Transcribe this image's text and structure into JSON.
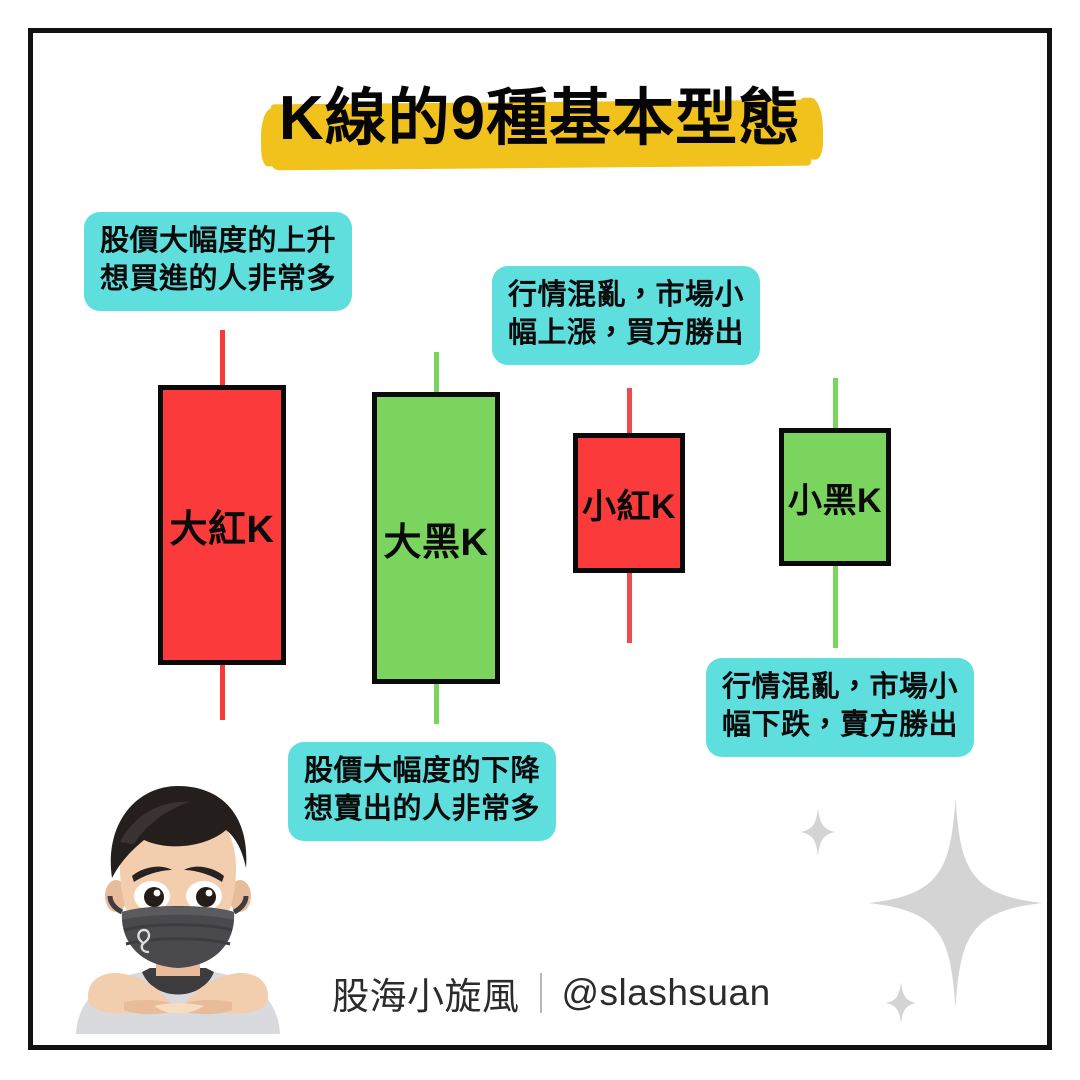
{
  "poster": {
    "background_color": "#ffffff",
    "frame_color": "#111111",
    "title": "K線的9種基本型態",
    "title_highlight_color": "#f2c21c"
  },
  "palette": {
    "red": "#fb3b3b",
    "green": "#7ad45d",
    "cyan": "#5fdede",
    "yellow": "#f2c21c",
    "black": "#0a0a0a",
    "sparkle_gray": "#d4d4d4"
  },
  "callouts": [
    {
      "id": "callout-big-red",
      "target": "大紅K",
      "line1": "股價大幅度的上升",
      "line2": "想買進的人非常多",
      "color": "#5fdede"
    },
    {
      "id": "callout-small-red",
      "target": "小紅K",
      "line1": "行情混亂，市場小",
      "line2": "幅上漲，買方勝出",
      "color": "#5fdede"
    },
    {
      "id": "callout-big-green",
      "target": "大黑K",
      "line1": "股價大幅度的下降",
      "line2": "想賣出的人非常多",
      "color": "#5fdede"
    },
    {
      "id": "callout-small-green",
      "target": "小黑K",
      "line1": "行情混亂，市場小",
      "line2": "幅下跌，賣方勝出",
      "color": "#5fdede"
    }
  ],
  "chart_data": {
    "type": "candlestick",
    "title": "K線的9種基本型態",
    "grid": false,
    "legend": null,
    "xlabel": "",
    "ylabel": "",
    "candles": [
      {
        "label": "大紅K",
        "color_name": "red",
        "color": "#fb3b3b",
        "direction": "up",
        "body_size": "large",
        "has_upper_wick": true,
        "has_lower_wick": true,
        "description": "股價大幅度的上升，想買進的人非常多"
      },
      {
        "label": "大黑K",
        "color_name": "green",
        "color": "#7ad45d",
        "direction": "down",
        "body_size": "large",
        "has_upper_wick": true,
        "has_lower_wick": true,
        "description": "股價大幅度的下降，想賣出的人非常多"
      },
      {
        "label": "小紅K",
        "color_name": "red",
        "color": "#fb3b3b",
        "direction": "up",
        "body_size": "small",
        "has_upper_wick": true,
        "has_lower_wick": true,
        "description": "行情混亂，市場小幅上漲，買方勝出"
      },
      {
        "label": "小黑K",
        "color_name": "green",
        "color": "#7ad45d",
        "direction": "down",
        "body_size": "small",
        "has_upper_wick": true,
        "has_lower_wick": true,
        "description": "行情混亂，市場小幅下跌，賣方勝出"
      }
    ]
  },
  "footer": {
    "brand": "股海小旋風",
    "handle": "@slashsuan"
  },
  "icons": {
    "avatar": "avatar-masked-person",
    "sparkle_small_top": "sparkle-icon",
    "sparkle_large": "sparkle-icon",
    "sparkle_small_bottom": "sparkle-icon"
  }
}
